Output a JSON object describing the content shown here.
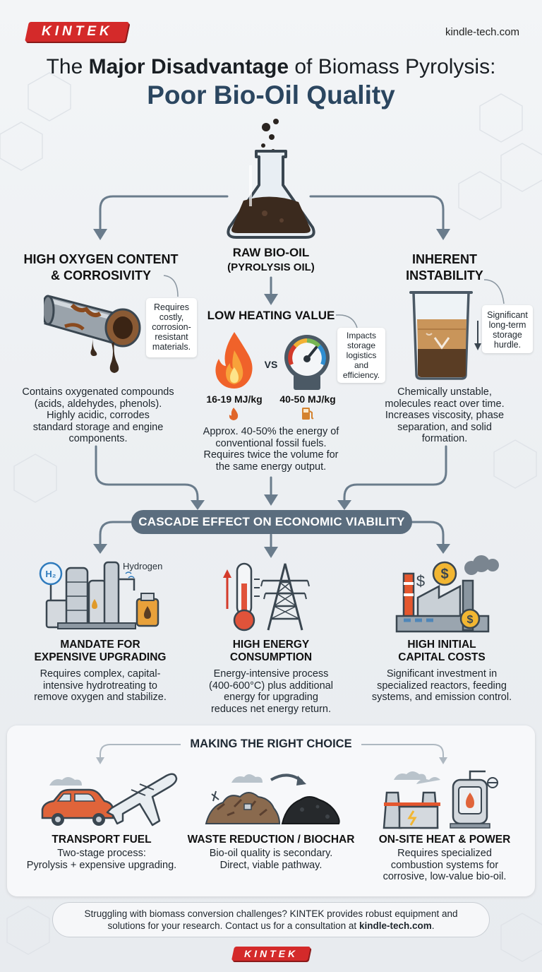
{
  "brand": {
    "logo_text": "KINTEK",
    "website": "kindle-tech.com"
  },
  "title": {
    "prefix": "The ",
    "emphasis": "Major Disadvantage",
    "suffix": " of Biomass Pyrolysis:",
    "subtitle": "Poor Bio-Oil Quality"
  },
  "center": {
    "label_line1": "RAW BIO-OIL",
    "label_line2": "(PYROLYSIS OIL)"
  },
  "left": {
    "heading_line1": "HIGH OXYGEN CONTENT",
    "heading_line2": "& CORROSIVITY",
    "callout": [
      "Requires",
      "costly,",
      "corrosion-",
      "resistant",
      "materials."
    ],
    "body": [
      "Contains oxygenated compounds",
      "(acids, aldehydes, phenols).",
      "Highly acidic, corrodes",
      "standard storage and engine",
      "components."
    ]
  },
  "heating": {
    "heading": "LOW HEATING VALUE",
    "vs": "VS",
    "bio_value": "16-19 MJ/kg",
    "fossil_value": "40-50 MJ/kg",
    "callout": [
      "Impacts",
      "storage",
      "logistics",
      "and",
      "efficiency."
    ],
    "body": [
      "Approx. 40-50% the energy of",
      "conventional fossil fuels.",
      "Requires twice the volume for",
      "the same energy output."
    ]
  },
  "right": {
    "heading_line1": "INHERENT",
    "heading_line2": "INSTABILITY",
    "callout": [
      "Significant",
      "long-term",
      "storage",
      "hurdle."
    ],
    "body": [
      "Chemically unstable,",
      "molecules react over time.",
      "Increases viscosity, phase",
      "separation, and solid",
      "formation."
    ]
  },
  "cascade": {
    "banner": "CASCADE EFFECT ON ECONOMIC VIABILITY"
  },
  "effects": [
    {
      "icon": "refinery-icon",
      "icon_label_h2": "H₂",
      "icon_label_hydrogen": "Hydrogen",
      "heading": [
        "MANDATE FOR",
        "EXPENSIVE UPGRADING"
      ],
      "body": [
        "Requires complex, capital-",
        "intensive hydrotreating to",
        "remove oxygen and stabilize."
      ]
    },
    {
      "icon": "thermometer-pylon-icon",
      "heading": [
        "HIGH ENERGY",
        "CONSUMPTION"
      ],
      "body": [
        "Energy-intensive process",
        "(400-600°C) plus additional",
        "energy for upgrading",
        "reduces net energy return."
      ]
    },
    {
      "icon": "factory-money-icon",
      "heading": [
        "HIGH INITIAL",
        "CAPITAL COSTS"
      ],
      "body": [
        "Significant investment in",
        "specialized reactors, feeding",
        "systems, and emission control."
      ]
    }
  ],
  "choice": {
    "title": "MAKING THE RIGHT CHOICE",
    "options": [
      {
        "icon": "car-plane-icon",
        "heading": "TRANSPORT FUEL",
        "body": [
          "Two-stage process:",
          "Pyrolysis + expensive upgrading."
        ]
      },
      {
        "icon": "biochar-icon",
        "heading": "WASTE REDUCTION / BIOCHAR",
        "body": [
          "Bio-oil quality is secondary.",
          "Direct, viable pathway."
        ]
      },
      {
        "icon": "power-plant-icon",
        "heading": "ON-SITE HEAT & POWER",
        "body": [
          "Requires specialized",
          "combustion systems for",
          "corrosive, low-value bio-oil."
        ]
      }
    ]
  },
  "cta": {
    "line1": "Struggling with biomass conversion challenges? KINTEK provides robust equipment and",
    "line2_prefix": "solutions for your research. Contact us for a consultation at ",
    "line2_link": "kindle-tech.com",
    "line2_suffix": "."
  },
  "colors": {
    "arrow": "#6a7c8c",
    "banner": "#5b6d7e",
    "subtitle": "#2b4660",
    "brand_red": "#d42a2a"
  }
}
